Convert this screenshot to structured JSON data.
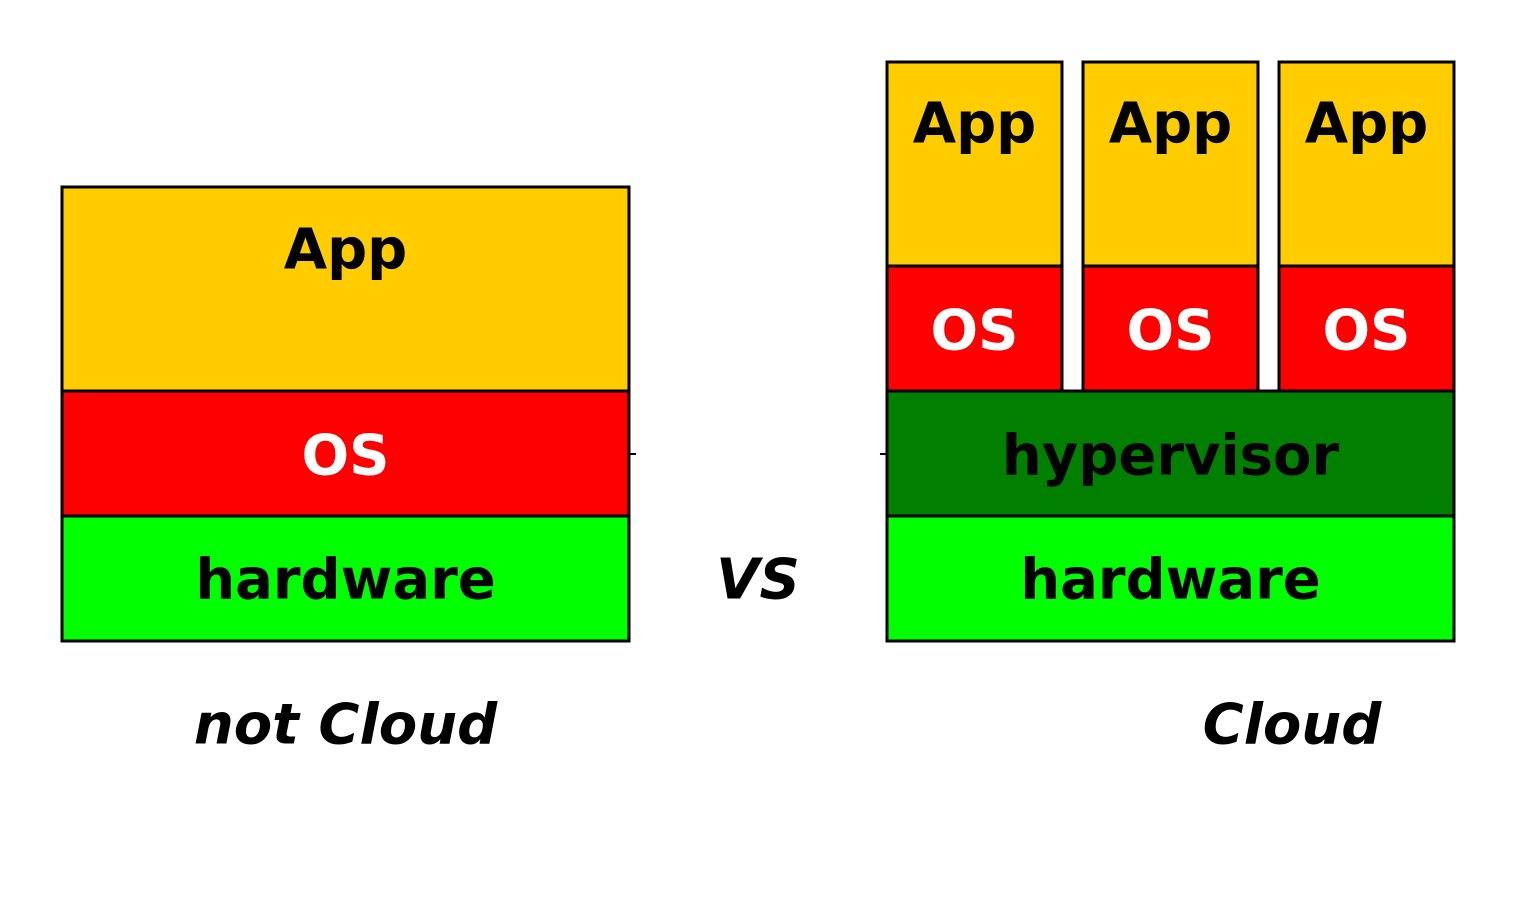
{
  "colors": {
    "app": "#ffcc00",
    "os": "#ff0000",
    "hypervisor": "#007f00",
    "hardware": "#00ff00",
    "stroke": "#000000",
    "dark_text": "#000000",
    "light_text": "#ffffff"
  },
  "left_stack": {
    "app_label": "App",
    "os_label": "OS",
    "hardware_label": "hardware",
    "caption": "not Cloud"
  },
  "separator": {
    "label": "VS"
  },
  "right_stack": {
    "vms": [
      {
        "app_label": "App",
        "os_label": "OS"
      },
      {
        "app_label": "App",
        "os_label": "OS"
      },
      {
        "app_label": "App",
        "os_label": "OS"
      }
    ],
    "hypervisor_label": "hypervisor",
    "hardware_label": "hardware",
    "caption": "Cloud"
  }
}
